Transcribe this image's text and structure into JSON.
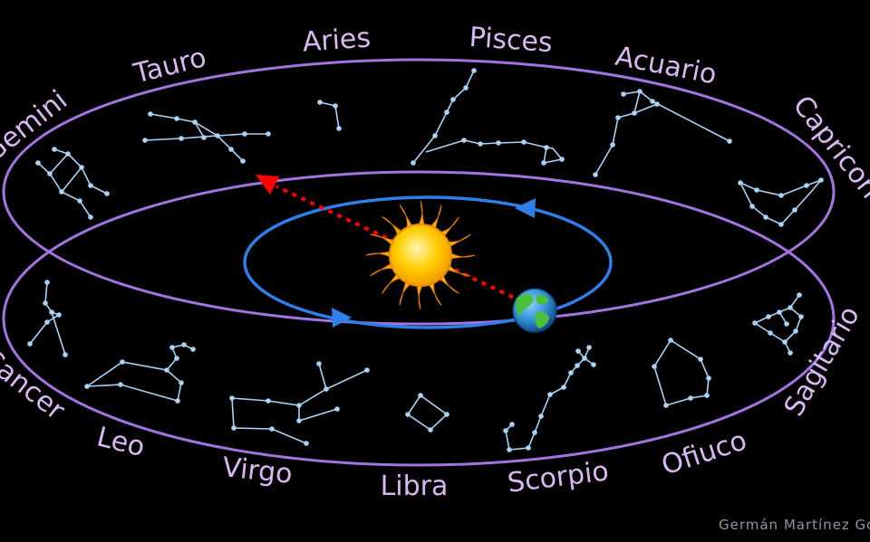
{
  "zodiac": [
    {
      "id": "aries",
      "label": "Aries"
    },
    {
      "id": "pisces",
      "label": "Pisces"
    },
    {
      "id": "acuario",
      "label": "Acuario"
    },
    {
      "id": "capricornio",
      "label": "Capricornio"
    },
    {
      "id": "sagitario",
      "label": "Sagitario"
    },
    {
      "id": "ofiuco",
      "label": "Ofiuco"
    },
    {
      "id": "scorpio",
      "label": "Scorpio"
    },
    {
      "id": "libra",
      "label": "Libra"
    },
    {
      "id": "virgo",
      "label": "Virgo"
    },
    {
      "id": "leo",
      "label": "Leo"
    },
    {
      "id": "cancer",
      "label": "Cancer"
    },
    {
      "id": "gemini",
      "label": "Gemini"
    },
    {
      "id": "tauro",
      "label": "Tauro"
    }
  ],
  "credit": "Germán Martínez Gordillo",
  "colors": {
    "background": "#000000",
    "zodiac_band": "#a374e0",
    "earth_orbit": "#2f7fe8",
    "sun_direction_arrow": "#ff0000",
    "stars": "#a9d4f5",
    "labels": "#d9b8f2",
    "sun": "#ffcc00",
    "earth": "#2e8fd6"
  },
  "icons": [
    "sun-icon",
    "earth-icon",
    "orbit-arrow-icon",
    "direction-arrow-icon"
  ]
}
